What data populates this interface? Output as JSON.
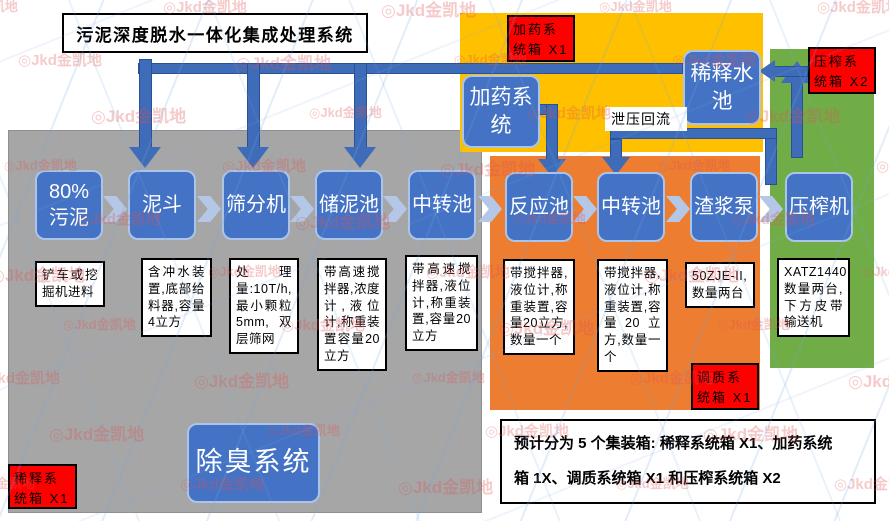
{
  "title": "污泥深度脱水一体化集成处理系统",
  "watermark": "◎Jkd金凯地",
  "colors": {
    "box_blue": "#4472C4",
    "pipe_blue": "#3E6CB8",
    "chevron": "#B4C7E7",
    "container_gray": "#A6A6A6",
    "container_yellow": "#FFC000",
    "container_orange": "#ED7D31",
    "container_green": "#70AD47",
    "label_red": "#FF0000",
    "watermark_red": "#E05252"
  },
  "container_labels": {
    "dosing": "加药系统箱 X1",
    "pressing": "压榨系统箱 X2",
    "conditioning": "调质系统箱 X1",
    "dilution": "稀释系统箱 X1"
  },
  "process_steps": [
    {
      "name": "80% 污泥",
      "note": "铲车或挖掘机进料"
    },
    {
      "name": "泥斗",
      "note": "含冲水装置,底部给料器,容量4立方"
    },
    {
      "name": "筛分机",
      "note": "处理量:10T/h,最小颗粒5mm,双层筛网"
    },
    {
      "name": "储泥池",
      "note": "带高速搅拌器,浓度计,液位计,称重装置容量20立方"
    },
    {
      "name": "中转池",
      "note": "带高速搅拌器,液位计,称重装置,容量20立方"
    },
    {
      "name": "反应池",
      "note": "带搅拌器,液位计,称重装置,容量20立方,数量一个"
    },
    {
      "name": "中转池",
      "note": "带搅拌器,液位计,称重装置,容量20立方,数量一个"
    },
    {
      "name": "渣浆泵",
      "note": "50ZJE-II,数量两台"
    },
    {
      "name": "压榨机",
      "note": "XATZ1440,数量两台,下方皮带输送机"
    }
  ],
  "aux_units": {
    "dosing_system": "加药系统",
    "dilution_pool": "稀释水池",
    "deodorization": "除臭系统"
  },
  "pipe_labels": {
    "relief_return": "泄压回流"
  },
  "footer": {
    "line1": "预计分为 5 个集装箱: 稀释系统箱 X1、加药系统",
    "line2": "箱 1X、调质系统箱 X1 和压榨系统箱 X2"
  }
}
